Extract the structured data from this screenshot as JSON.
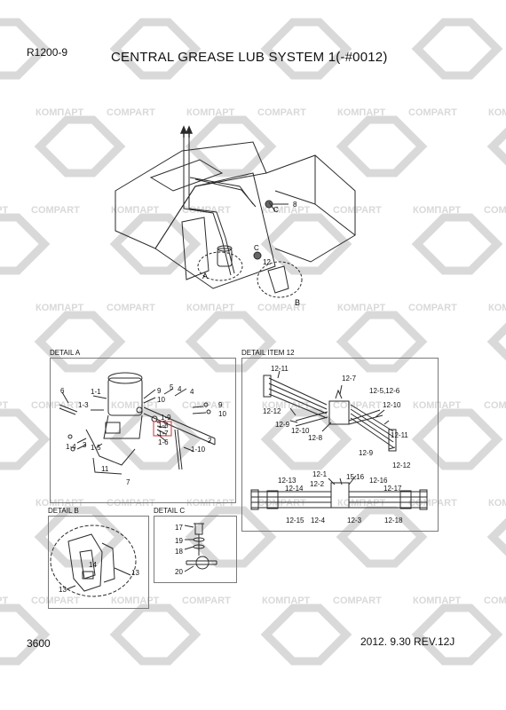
{
  "header": {
    "model": "R1200-9",
    "title": "CENTRAL GREASE LUB SYSTEM 1(-#0012)"
  },
  "footer": {
    "page_number": "3600",
    "revision": "2012. 9.30  REV.12J"
  },
  "watermark": {
    "brand_a": "КОМПАРТ",
    "brand_b": "COMPART"
  },
  "main_view": {
    "labels": {
      "A": "A",
      "B": "B",
      "C1": "C",
      "C2": "C",
      "p8": "8",
      "p12": "12"
    }
  },
  "detail_a": {
    "label": "DETAIL A",
    "parts": [
      "6",
      "1-1",
      "1-3",
      "1-4",
      "3",
      "1-5",
      "7",
      "11",
      "9",
      "10",
      "5",
      "4",
      "4",
      "9",
      "10",
      "1-9",
      "1-8",
      "1-7",
      "1-6",
      "2",
      "1-10"
    ]
  },
  "detail_item12": {
    "label": "DETAIL ITEM 12",
    "parts": [
      "12-11",
      "12-7",
      "12-5,12-6",
      "12-10",
      "12-12",
      "12-9",
      "12-10",
      "12-8",
      "12-11",
      "12-9",
      "12-12",
      "12-1",
      "15,16",
      "12-13",
      "12-14",
      "12-2",
      "12-16",
      "12-17",
      "12-15",
      "12-4",
      "12-3",
      "12-18"
    ]
  },
  "detail_b": {
    "label": "DETAIL B",
    "parts": [
      "14",
      "13",
      "13"
    ]
  },
  "detail_c": {
    "label": "DETAIL C",
    "parts": [
      "17",
      "19",
      "18",
      "20"
    ]
  },
  "colors": {
    "line": "#2a2a2a",
    "watermark": "#d9d9d9",
    "highlight": "#d23030"
  }
}
